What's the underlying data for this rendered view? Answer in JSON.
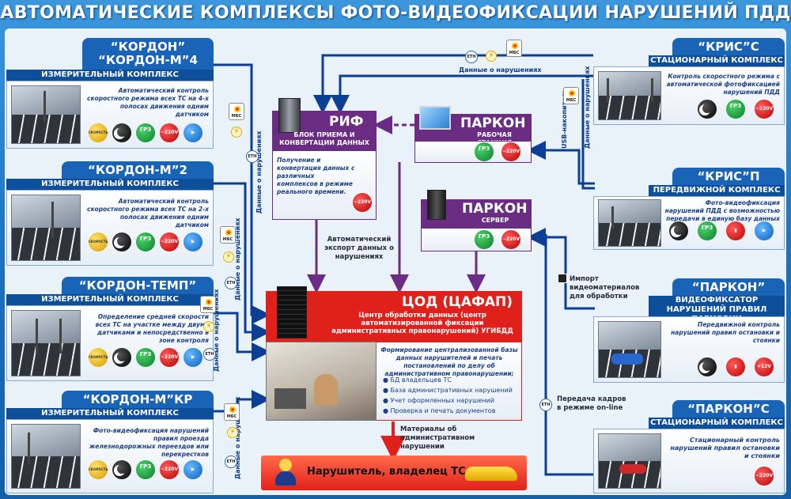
{
  "title": "АВТОМАТИЧЕСКИЕ КОМПЛЕКСЫ ФОТО-ВИДЕОФИКСАЦИИ НАРУШЕНИЙ ПДД",
  "left": [
    {
      "name": "“КОРДОН”",
      "name2": "“КОРДОН-М”4",
      "sub": "ИЗМЕРИТЕЛЬНЫЙ КОМПЛЕКС",
      "desc": "Автоматический контроль скоростного режима всех ТС на 4-х полосах движения одним датчиком",
      "icons": [
        "СКОРОСТЬ",
        "",
        "ГРЗ",
        "~220V",
        ""
      ]
    },
    {
      "name": "“КОРДОН-М”2",
      "sub": "ИЗМЕРИТЕЛЬНЫЙ КОМПЛЕКС",
      "desc": "Автоматический контроль скоростного режима всех ТС на 2-х полосах движения одним датчиком",
      "icons": [
        "СКОРОСТЬ",
        "",
        "ГРЗ",
        "~220V",
        ""
      ]
    },
    {
      "name": "“КОРДОН-ТЕМП”",
      "sub": "ИЗМЕРИТЕЛЬНЫЙ КОМПЛЕКС",
      "desc": "Определение средней скорости всех ТС на участке между двумя датчиками и непосредственно в зоне контроля",
      "icons": [
        "СКОРОСТЬ",
        "",
        "ГРЗ",
        "~220V",
        ""
      ]
    },
    {
      "name": "“КОРДОН-М”КР",
      "sub": "ИЗМЕРИТЕЛЬНЫЙ КОМПЛЕКС",
      "desc": "Фото-видеофиксация нарушений правил проезда железнодорожных переездов или перекрестков",
      "icons": [
        "СКОРОСТЬ",
        "",
        "ГРЗ",
        "~220V",
        ""
      ]
    }
  ],
  "right": [
    {
      "name": "“КРИС”С",
      "sub": "СТАЦИОНАРНЫЙ КОМПЛЕКС",
      "desc": "Контроль скоростного режима с автоматической фотофиксацией нарушений ПДД",
      "icons": [
        "",
        "ГРЗ",
        "~220V"
      ]
    },
    {
      "name": "“КРИС”П",
      "sub": "ПЕРЕДВИЖНОЙ КОМПЛЕКС",
      "desc": "Фото-видеофиксация нарушений ПДД с возможностью передачи в единую базу данных",
      "icons": [
        "",
        "ГРЗ",
        "",
        ""
      ]
    },
    {
      "name": "“ПАРКОН”",
      "sub": "ВИДЕОФИКСАТОР",
      "sub2": "НАРУШЕНИЙ ПРАВИЛ ПАРКОВКИ",
      "desc": "Передвижной контроль нарушений правил остановки и стоянки",
      "icons": [
        "",
        "",
        "+12V"
      ]
    },
    {
      "name": "“ПАРКОН”С",
      "sub": "СТАЦИОНАРНЫЙ КОМПЛЕКС",
      "desc": "Стационарный контроль нарушений правил остановки и стоянки",
      "icons": [
        "~220V"
      ]
    }
  ],
  "rif": {
    "title": "РИФ",
    "sub": "БЛОК ПРИЕМА И КОНВЕРТАЦИИ ДАННЫХ",
    "desc": "Получение и конвертация данных с различных комплексов в режиме реального времени.",
    "power": "~220V"
  },
  "parkon_ws": {
    "title": "ПАРКОН",
    "sub": "РАБОЧАЯ СТАНЦИЯ",
    "grz": "ГРЗ",
    "power": "~220V"
  },
  "parkon_srv": {
    "title": "ПАРКОН",
    "sub": "СЕРВЕР",
    "grz": "ГРЗ",
    "power": "~220V"
  },
  "cod": {
    "title": "ЦОД (ЦАФАП)",
    "sub": "Центр обработки данных (центр автоматизированной фиксации административных правонарушений) УГИБДД",
    "desc": "Формирование централизованной базы данных нарушителей и печать постановлений по делу об административном правонарушении;",
    "items": [
      "БД владельцев ТС",
      "База административных нарушений",
      "Учет оформленных нарушений",
      "Проверка и печать документов"
    ]
  },
  "violator": "Нарушитель, владелец ТС",
  "labels": {
    "data": "Данные о нарушениях",
    "eth": "ETH",
    "mbs": "МБС",
    "usb": "USB-накопитель",
    "export": "Автоматический экспорт данных о нарушениях",
    "import": "Импорт видеоматериалов для обработки",
    "transfer": "Передача кадров в режиме on-line",
    "materials": "Материалы об административном нарушении"
  },
  "colors": {
    "tab": "#1a64b8",
    "sub": "#0e4f9c",
    "link": "#0c3f94",
    "purple": "#6b2c84",
    "red": "#e0211b",
    "arrow": "#e0211b"
  }
}
